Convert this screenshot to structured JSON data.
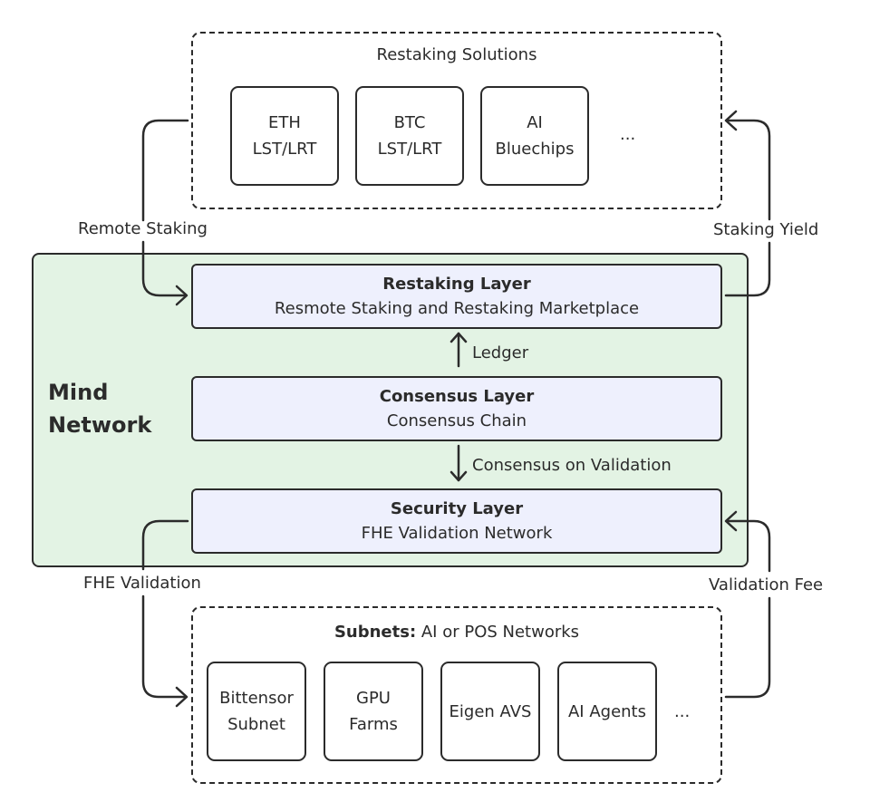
{
  "restaking_solutions": {
    "title": "Restaking Solutions",
    "items": [
      {
        "line1": "ETH",
        "line2": "LST/LRT"
      },
      {
        "line1": "BTC",
        "line2": "LST/LRT"
      },
      {
        "line1": "AI",
        "line2": "Bluechips"
      }
    ],
    "more": "..."
  },
  "mind_network": {
    "brand_line1": "Mind",
    "brand_line2": "Network",
    "restaking_layer": {
      "title": "Restaking Layer",
      "subtitle": "Resmote Staking and Restaking Marketplace"
    },
    "consensus_layer": {
      "title": "Consensus Layer",
      "subtitle": "Consensus Chain"
    },
    "security_layer": {
      "title": "Security Layer",
      "subtitle": "FHE Validation Network"
    },
    "ledger_label": "Ledger",
    "consensus_label": "Consensus on Validation"
  },
  "flows": {
    "remote_staking": "Remote Staking",
    "staking_yield": "Staking Yield",
    "fhe_validation": "FHE Validation",
    "validation_fee": "Validation Fee"
  },
  "subnets": {
    "title_bold": "Subnets:",
    "title_rest": " AI or POS Networks",
    "items": [
      {
        "line1": "Bittensor",
        "line2": "Subnet"
      },
      {
        "line1": "GPU",
        "line2": "Farms"
      },
      {
        "line1": "Eigen AVS",
        "line2": ""
      },
      {
        "line1": "AI Agents",
        "line2": ""
      }
    ],
    "more": "..."
  },
  "colors": {
    "network_fill": "#e3f3e4",
    "layer_fill": "#eef0fd",
    "stroke": "#2b2b2b"
  }
}
